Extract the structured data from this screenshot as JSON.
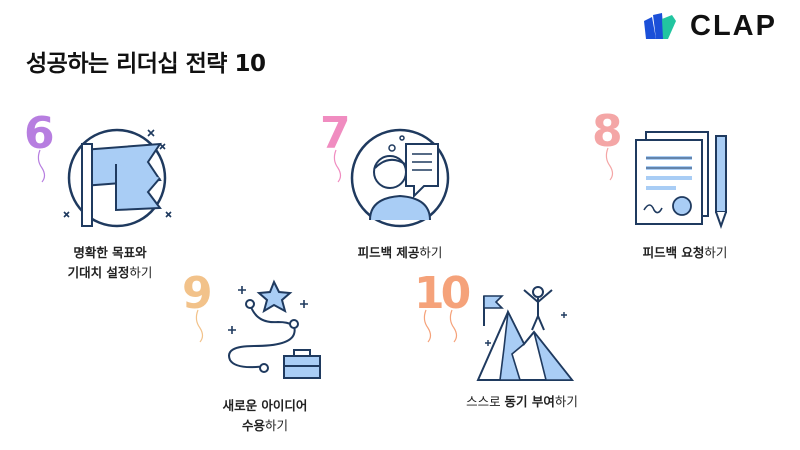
{
  "brand": {
    "name": "CLAP"
  },
  "title": "성공하는 리더십 전략 10",
  "strategies": [
    {
      "number": "6",
      "lines": [
        {
          "bold": "명확한 목표와",
          "rest": ""
        },
        {
          "bold": "기대치 설정",
          "rest": "하기"
        }
      ],
      "icon": "flag-icon"
    },
    {
      "number": "7",
      "lines": [
        {
          "bold": "피드백 제공",
          "rest": "하기"
        }
      ],
      "icon": "person-speech-icon"
    },
    {
      "number": "8",
      "lines": [
        {
          "bold": "피드백 요청",
          "rest": "하기"
        }
      ],
      "icon": "document-pen-icon"
    },
    {
      "number": "9",
      "lines": [
        {
          "bold": "새로운 아이디어",
          "rest": ""
        },
        {
          "bold": "수용",
          "rest": "하기"
        }
      ],
      "icon": "path-star-icon"
    },
    {
      "number": "10",
      "lines": [
        {
          "bold": "스스로 ",
          "rest": ""
        },
        {
          "bold": "동기 부여",
          "rest": "하기"
        }
      ],
      "icon": "mountain-summit-icon"
    }
  ],
  "colors": {
    "outline": "#1f3a5f",
    "accent_blue": "#a9cdf5",
    "balloon_6": "#b77ee0",
    "balloon_7": "#f08cc0",
    "balloon_8": "#f4a6a6",
    "balloon_9": "#f2c28a",
    "balloon_10": "#f5a27a",
    "logo_blue": "#1b4fd8",
    "logo_green": "#22c5a0"
  }
}
